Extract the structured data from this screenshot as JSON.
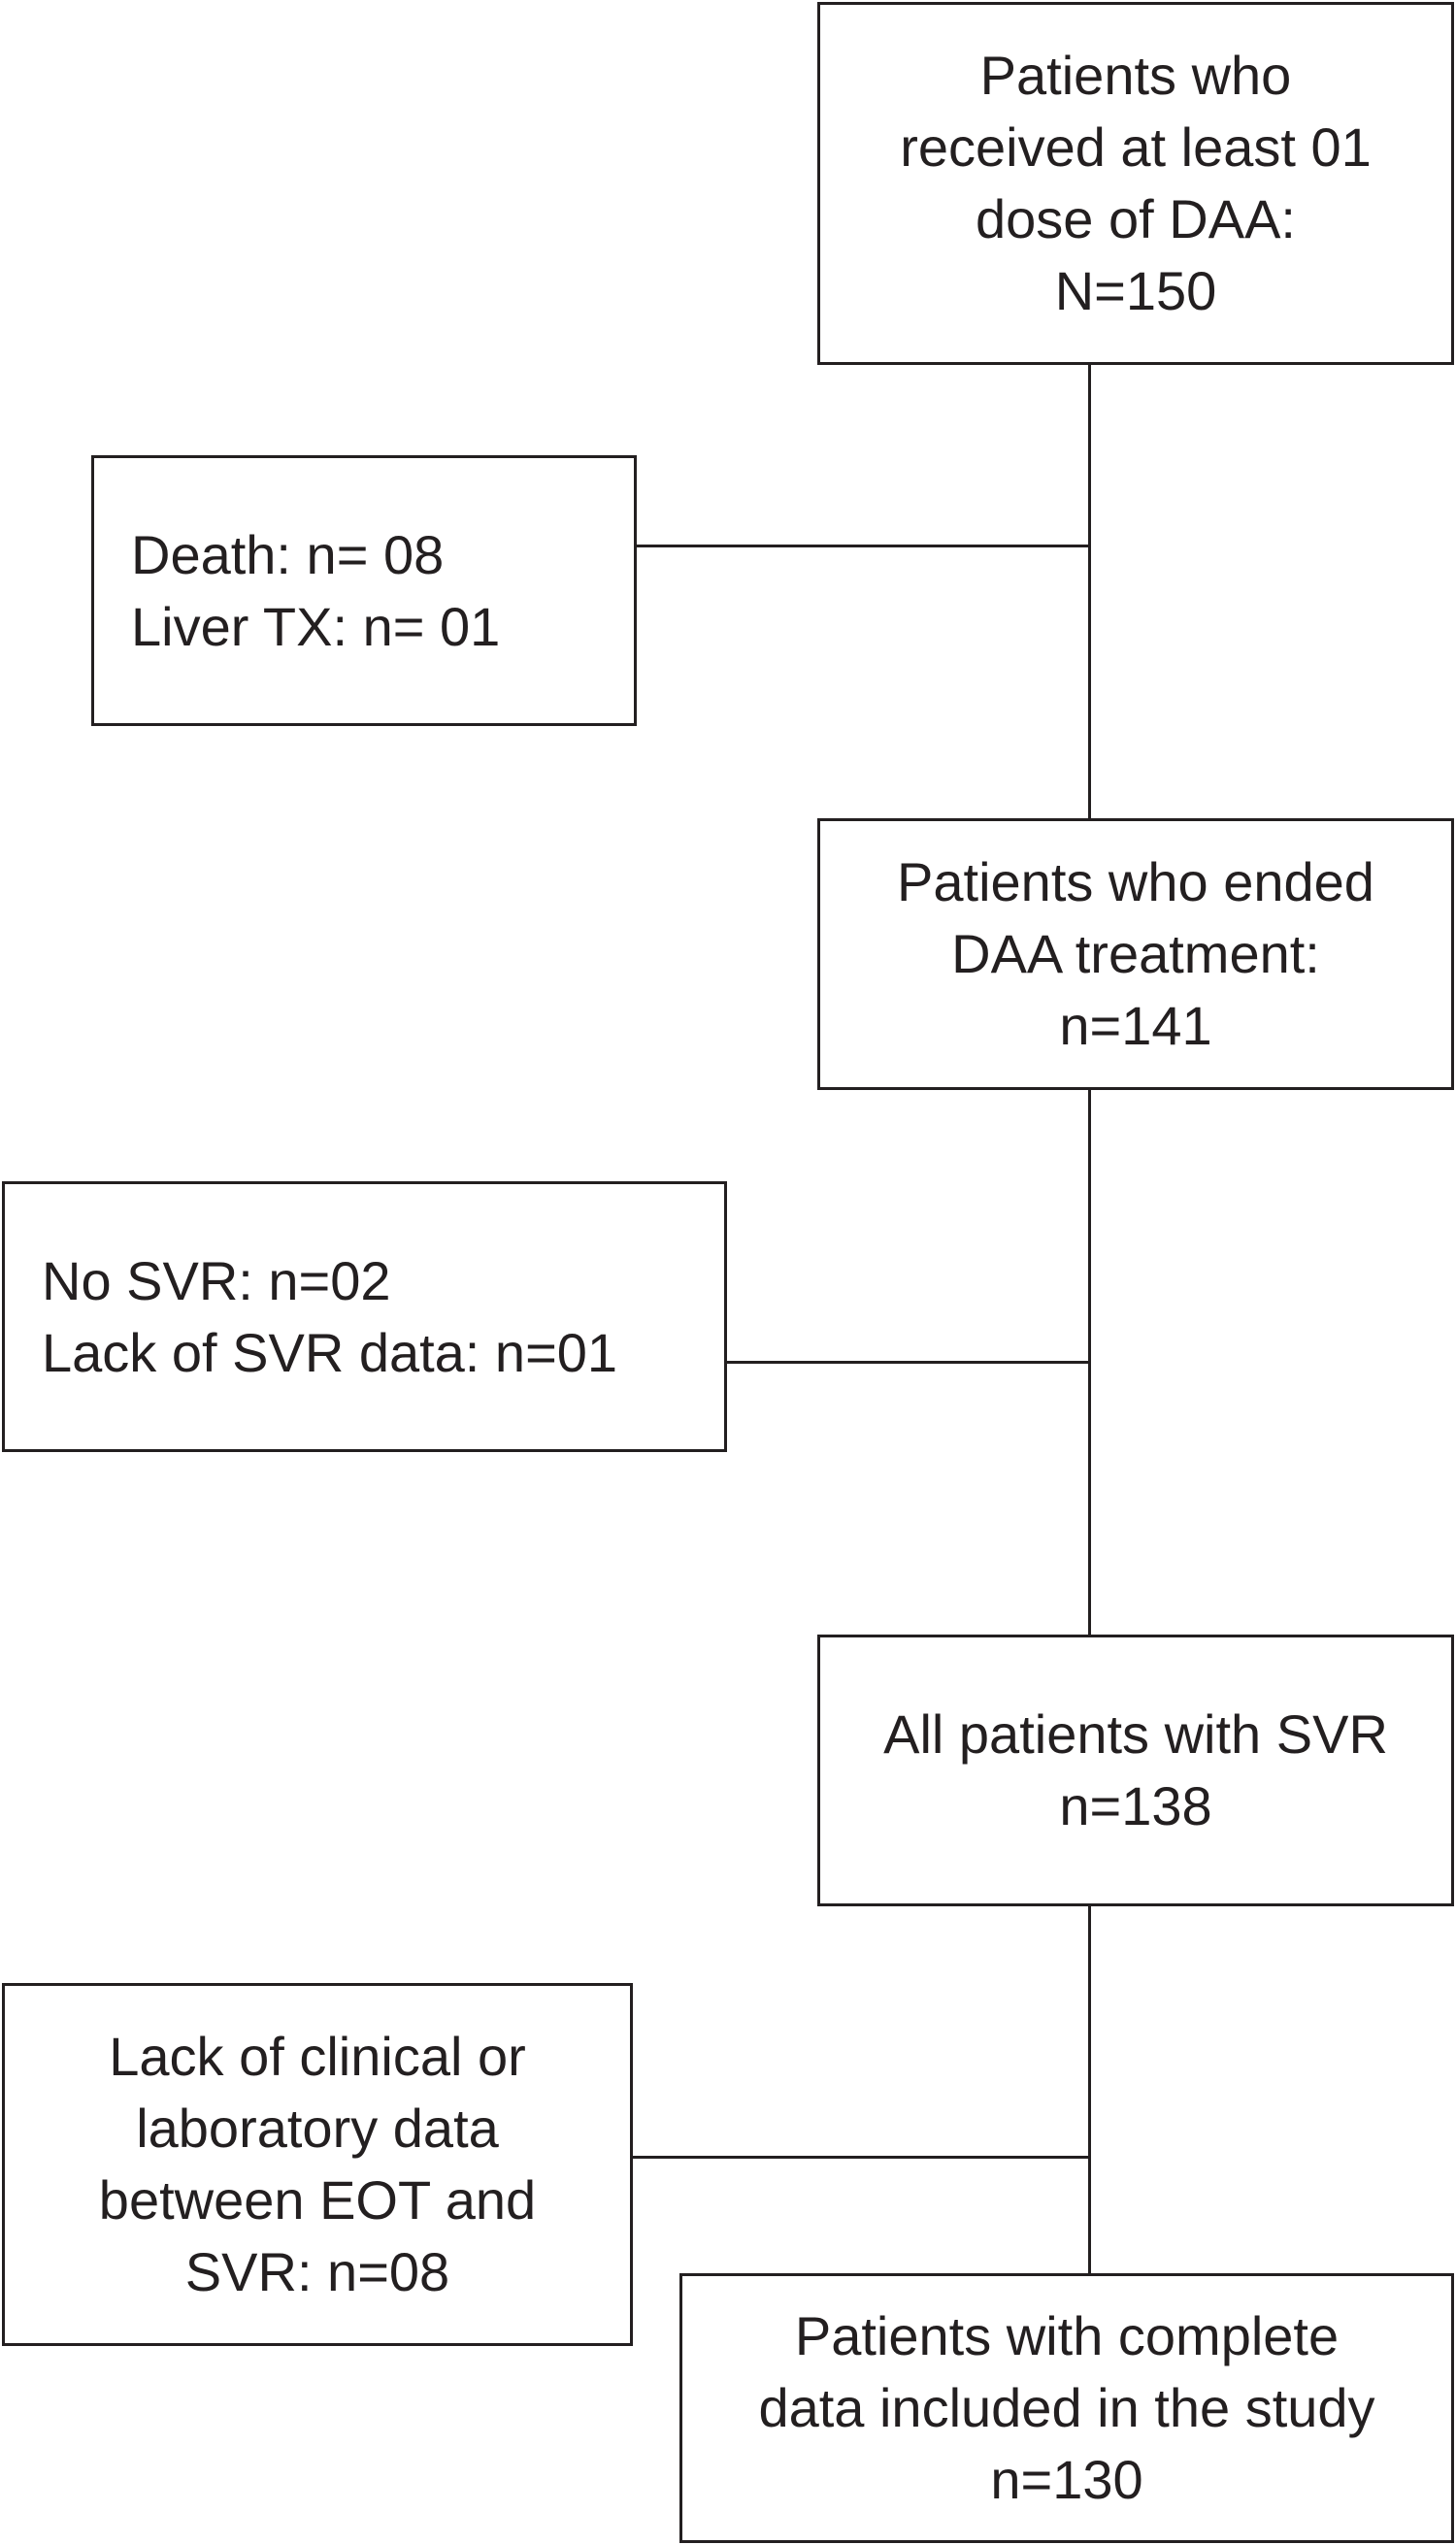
{
  "flowchart": {
    "enrolled": {
      "lines": [
        "Patients who",
        "received at least 01",
        "dose of DAA:",
        "N=150"
      ]
    },
    "exclusion_1": {
      "lines": [
        "Death: n= 08",
        "Liver TX: n= 01"
      ]
    },
    "ended_treatment": {
      "lines": [
        "Patients who ended",
        "DAA treatment:",
        "n=141"
      ]
    },
    "exclusion_2": {
      "lines": [
        "No SVR: n=02",
        "Lack of SVR data: n=01"
      ]
    },
    "svr": {
      "lines": [
        "All patients with SVR",
        "n=138"
      ]
    },
    "exclusion_3": {
      "lines": [
        "Lack of clinical or",
        "laboratory data",
        "between EOT and",
        "SVR: n=08"
      ]
    },
    "included": {
      "lines": [
        "Patients with complete",
        "data included in the study",
        "n=130"
      ]
    }
  }
}
